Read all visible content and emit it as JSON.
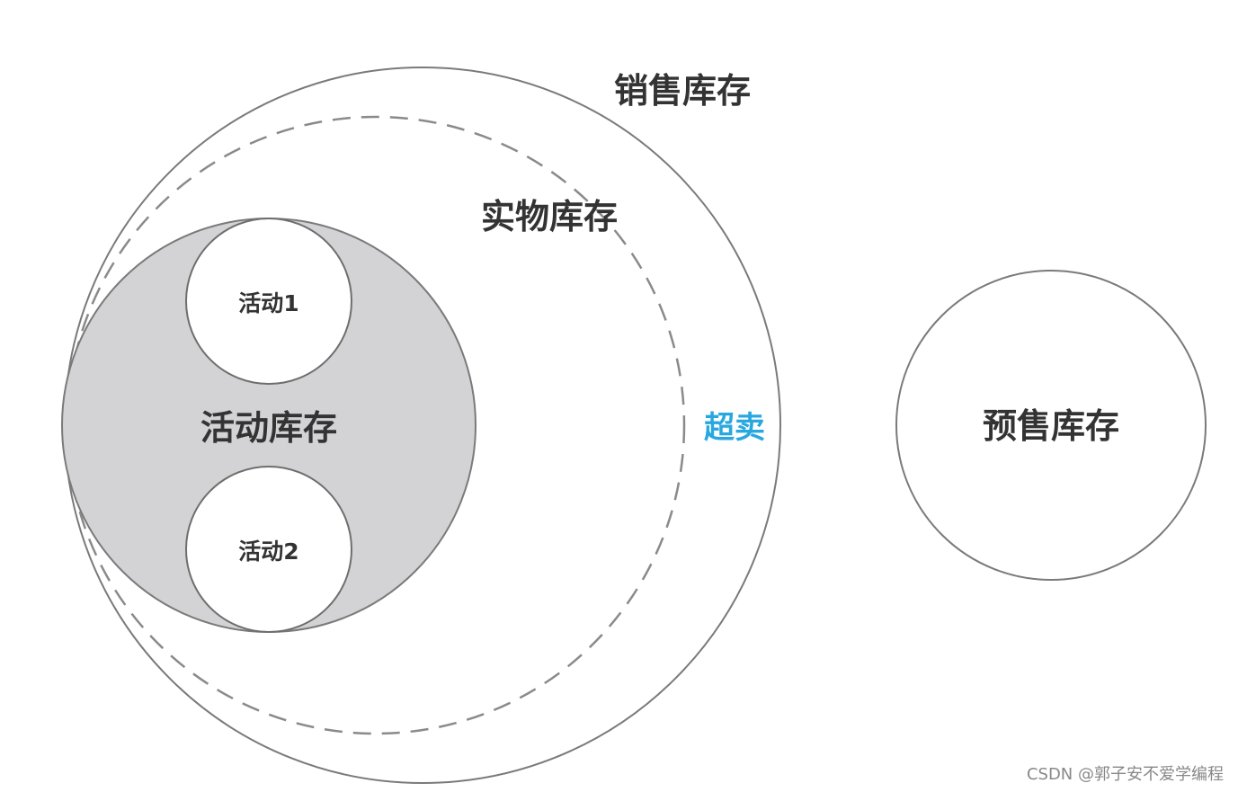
{
  "labels": {
    "sales_inventory": "销售库存",
    "physical_inventory": "实物库存",
    "activity_inventory": "活动库存",
    "activity_1": "活动1",
    "activity_2": "活动2",
    "oversell": "超卖",
    "presale_inventory": "预售库存"
  },
  "watermark": "CSDN @郭子安不爱学编程",
  "colors": {
    "activity_fill": "#d3d3d5",
    "stroke": "#7a7a7a",
    "oversell_text": "#29a8e0"
  }
}
